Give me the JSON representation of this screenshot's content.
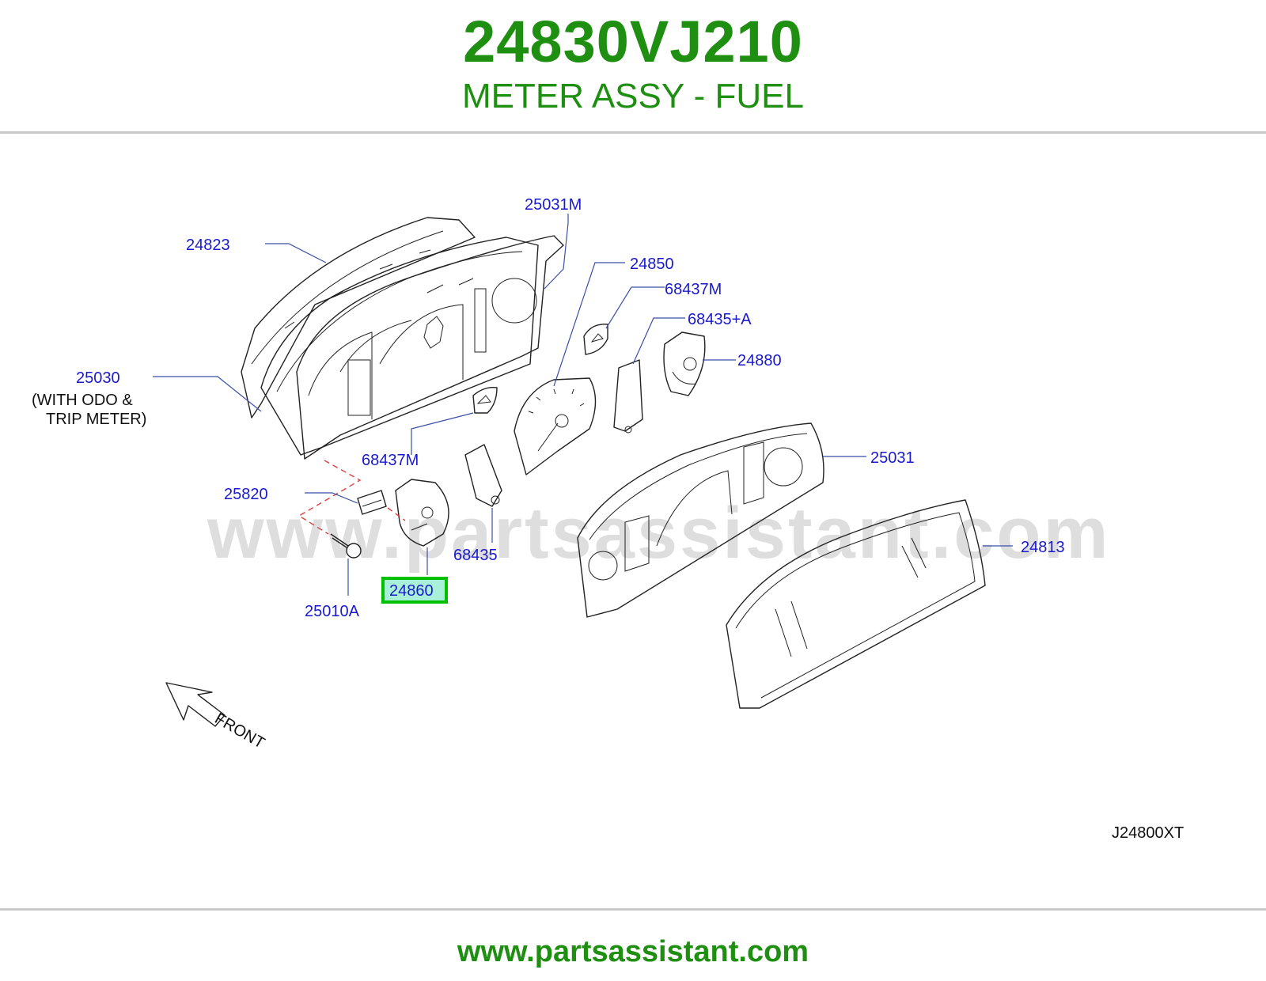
{
  "header": {
    "part_number": "24830VJ210",
    "part_name": "METER ASSY - FUEL"
  },
  "diagram": {
    "watermark": "www.partsassistant.com",
    "diagram_code": "J24800XT",
    "direction_label": "FRONT",
    "highlight_color": "#00c000",
    "callouts": {
      "c24823": "24823",
      "c25031M": "25031M",
      "c24850": "24850",
      "c68437M_top": "68437M",
      "c68435A": "68435+A",
      "c24880": "24880",
      "c25030": "25030",
      "c25030_note1": "(WITH  ODO  &",
      "c25030_note2": "TRIP  METER)",
      "c68437M_mid": "68437M",
      "c25820": "25820",
      "c25031": "25031",
      "c24813": "24813",
      "c68435": "68435",
      "c24860": "24860",
      "c25010A": "25010A"
    }
  },
  "footer": {
    "url": "www.partsassistant.com"
  }
}
